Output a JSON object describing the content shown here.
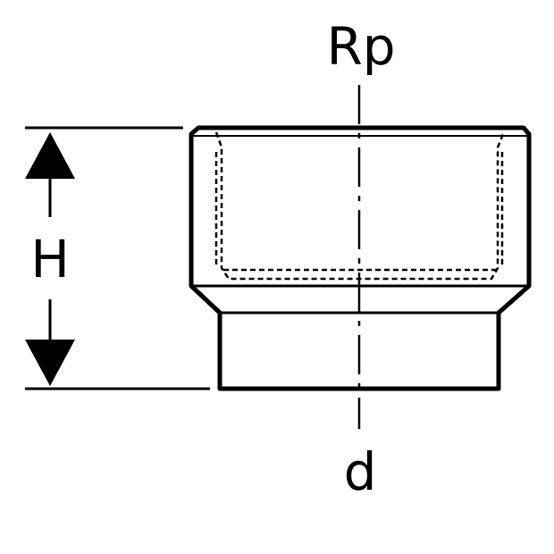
{
  "labels": {
    "top": "Rp",
    "bottom": "d",
    "height": "H"
  },
  "colors": {
    "line": "#000000",
    "background": "#ffffff"
  }
}
